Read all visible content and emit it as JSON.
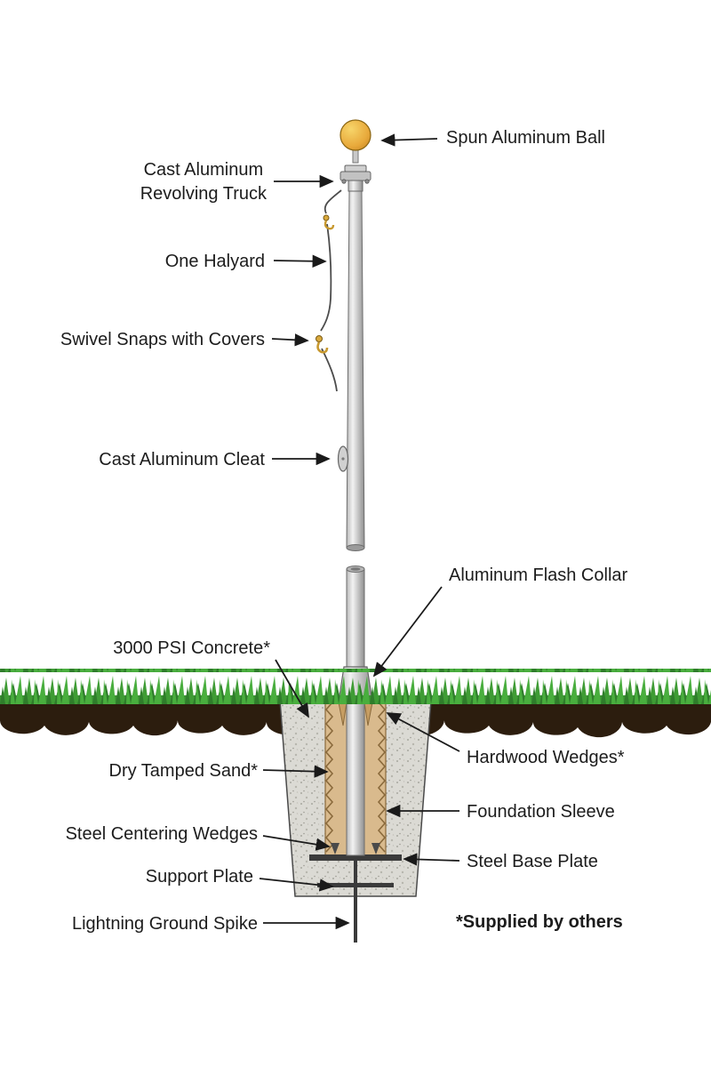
{
  "diagram": {
    "title": "Flagpole installation cross-section diagram",
    "labels": {
      "ball": "Spun Aluminum Ball",
      "truck_line1": "Cast Aluminum",
      "truck_line2": "Revolving Truck",
      "halyard": "One Halyard",
      "swivel_snaps": "Swivel Snaps with Covers",
      "cleat": "Cast Aluminum Cleat",
      "flash_collar": "Aluminum Flash Collar",
      "concrete": "3000 PSI Concrete*",
      "sand": "Dry Tamped Sand*",
      "hardwood_wedges": "Hardwood  Wedges*",
      "foundation_sleeve": "Foundation Sleeve",
      "centering_wedges": "Steel Centering Wedges",
      "base_plate": "Steel Base Plate",
      "support_plate": "Support Plate",
      "ground_spike": "Lightning Ground Spike",
      "note": "*Supplied by others"
    },
    "colors": {
      "ball_gold": "#E8A93B",
      "pole_gray": "#C9C9C9",
      "grass_green": "#3F9C35",
      "dirt_brown": "#2C1D0E",
      "concrete_gray": "#DBDAD4",
      "sand_tan": "#D9BA8D",
      "line_black": "#1A1A1A"
    }
  }
}
